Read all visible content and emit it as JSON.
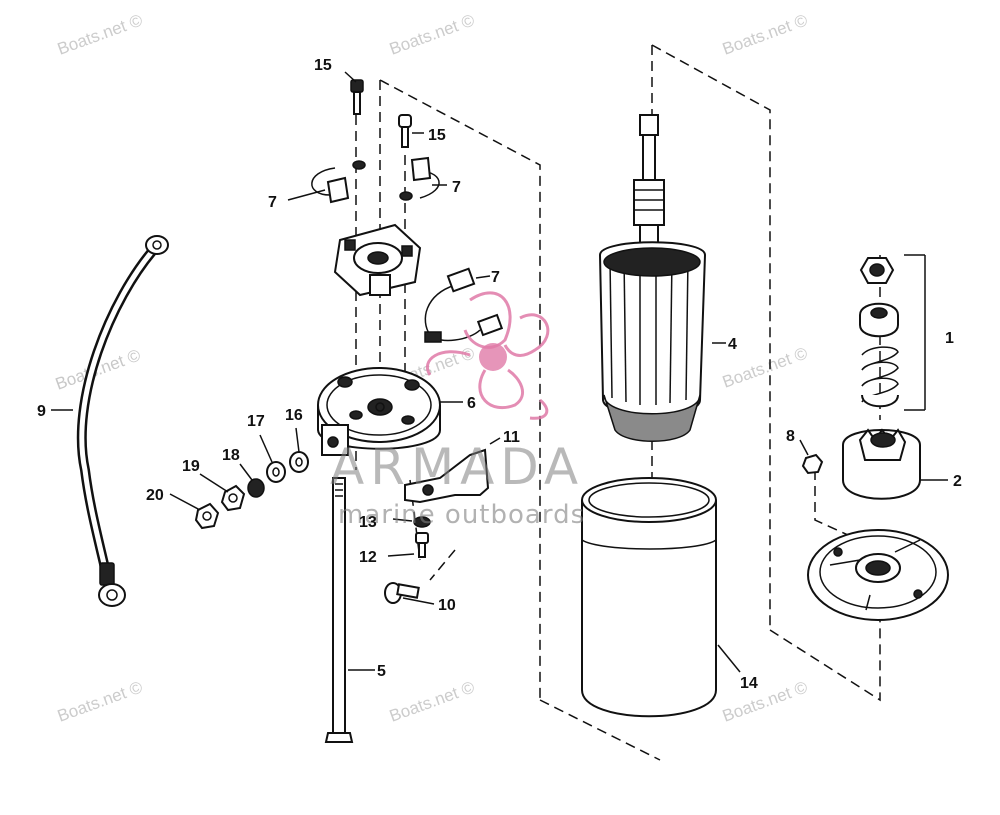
{
  "watermark": {
    "text": "Boats.net ©",
    "brand": "ARMADA",
    "brand_tagline": "marine outboards",
    "brand_color": "#e07aa8"
  },
  "callouts": {
    "c1": "1",
    "c2": "2",
    "c4": "4",
    "c5": "5",
    "c6": "6",
    "c7a": "7",
    "c7b": "7",
    "c7c": "7",
    "c8": "8",
    "c9": "9",
    "c10": "10",
    "c11": "11",
    "c12": "12",
    "c13": "13",
    "c14": "14",
    "c15a": "15",
    "c15b": "15",
    "c16": "16",
    "c17": "17",
    "c18": "18",
    "c19": "19",
    "c20": "20"
  }
}
